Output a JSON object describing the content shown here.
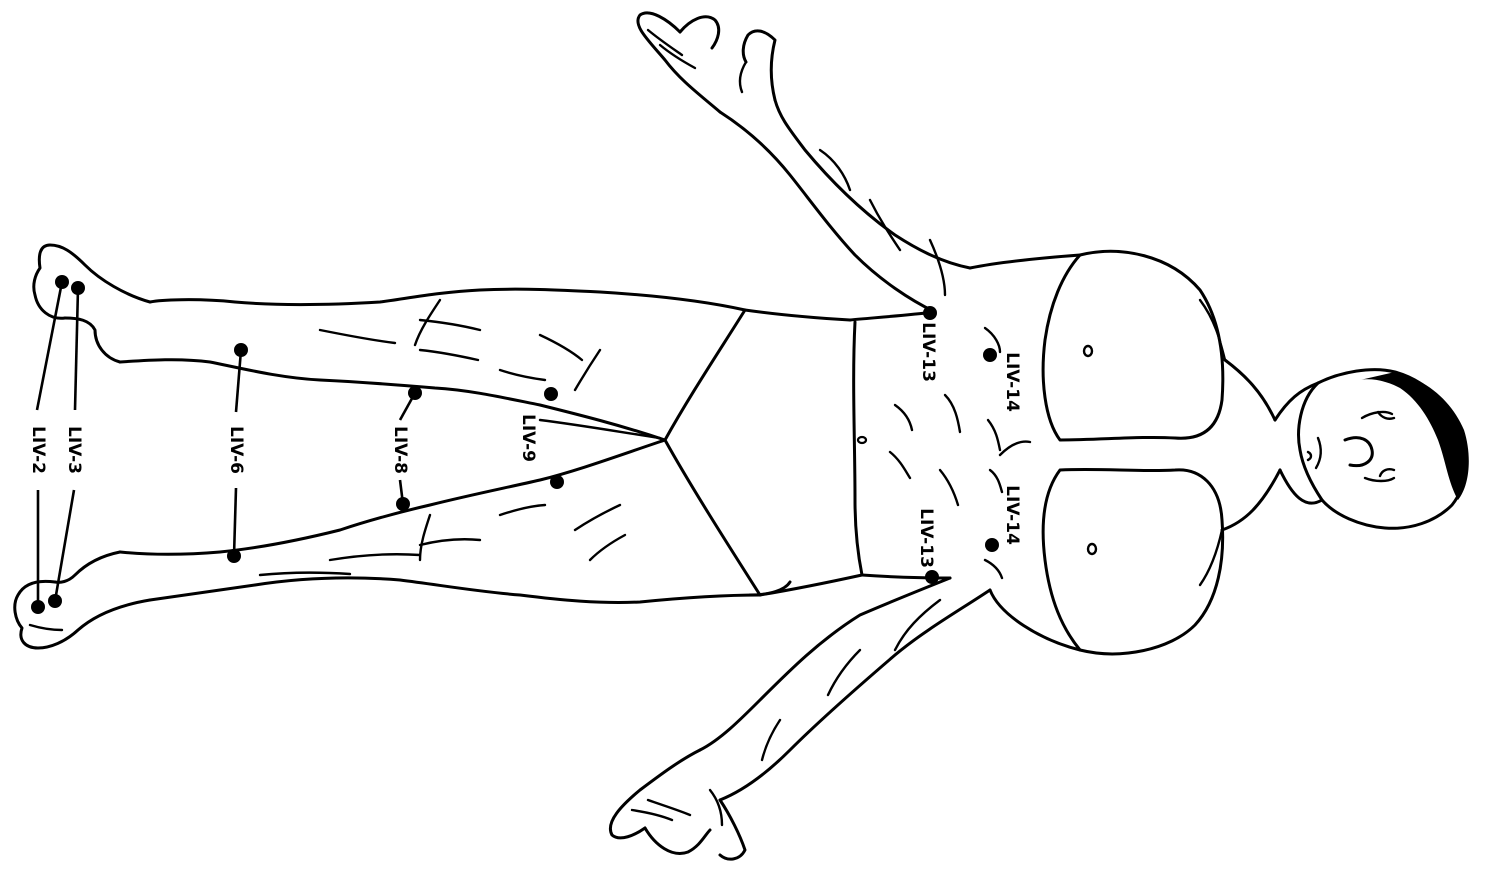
{
  "points": {
    "liv2": "LIV-2",
    "liv3": "LIV-3",
    "liv6": "LIV-6",
    "liv8": "LIV-8",
    "liv9": "LIV-9",
    "liv13_right": "LIV-13",
    "liv14_right": "LIV-14",
    "liv13_left": "LIV-13",
    "liv14_left": "LIV-14"
  },
  "colors": {
    "ink": "#000000",
    "background": "#ffffff"
  }
}
